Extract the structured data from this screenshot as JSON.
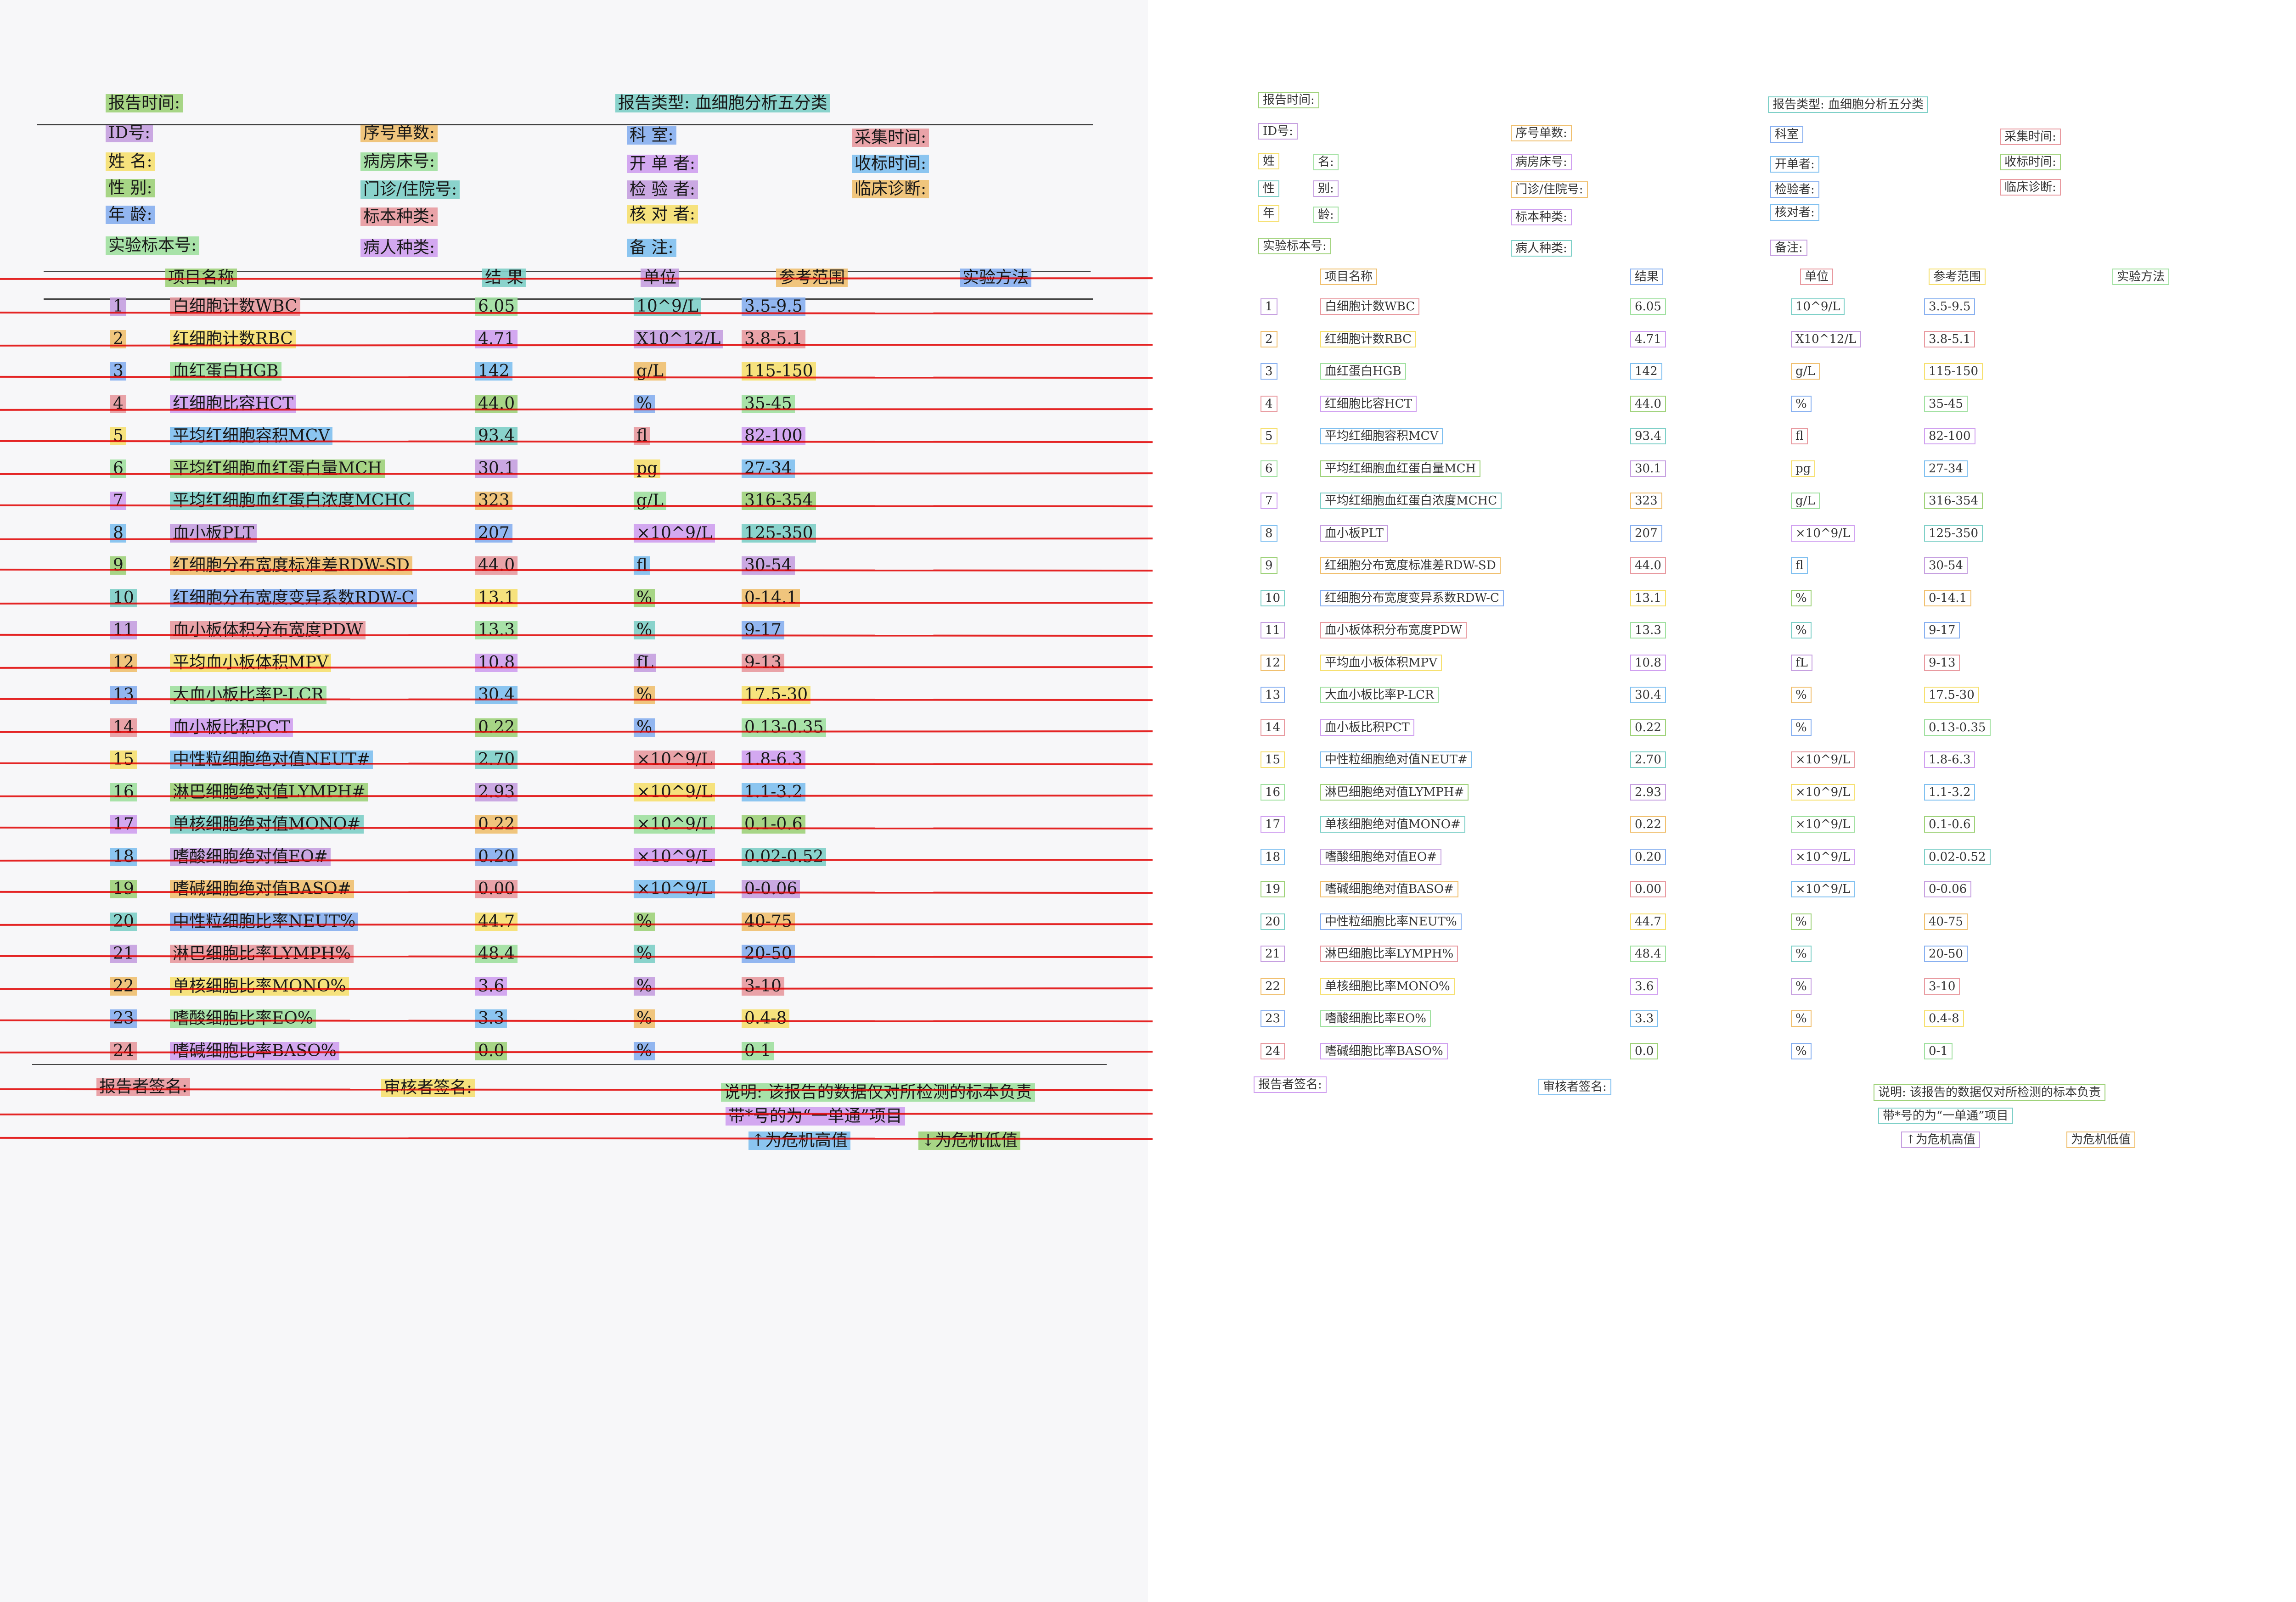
{
  "header": {
    "report_time": "报告时间:",
    "report_type": "报告类型: 血细胞分析五分类",
    "id": "ID号:",
    "serial": "序号单数:",
    "dept": "科 室:",
    "collect_time": "采集时间:",
    "name": "姓 名:",
    "bed": "病房床号:",
    "order_doc": "开 单 者:",
    "receive_time": "收标时间:",
    "sex": "性 别:",
    "clinic_no": "门诊/住院号:",
    "examiner": "检 验 者:",
    "diagnosis": "临床诊断:",
    "age": "年 龄:",
    "specimen_type": "标本种类:",
    "checker": "核 对 者:",
    "lab_no": "实验标本号:",
    "patient_type": "病人种类:",
    "remark": "备 注:"
  },
  "right_header": {
    "report_time": "报告时间:",
    "report_type": "报告类型: 血细胞分析五分类",
    "id": "ID号:",
    "serial": "序号单数:",
    "dept": "科室",
    "collect_time": "采集时间:",
    "name_a": "姓",
    "name_b": "名:",
    "bed": "病房床号:",
    "order_doc": "开单者:",
    "receive_time": "收标时间:",
    "sex_a": "性",
    "sex_b": "别:",
    "clinic_no": "门诊/住院号:",
    "examiner": "检验者:",
    "diagnosis": "临床诊断:",
    "age_a": "年",
    "age_b": "龄:",
    "specimen_type": "标本种类:",
    "checker": "核对者:",
    "lab_no": "实验标本号:",
    "patient_type": "病人种类:",
    "remark": "备注:"
  },
  "columns": {
    "item": "项目名称",
    "result": "结 果",
    "unit": "单位",
    "range": "参考范围",
    "method": "实验方法"
  },
  "right_columns": {
    "item": "项目名称",
    "result": "结果",
    "unit": "单位",
    "range": "参考范围",
    "method": "实验方法"
  },
  "rows": [
    {
      "no": "1",
      "name": "白细胞计数WBC",
      "result": "6.05",
      "unit": "10^9/L",
      "range": "3.5-9.5"
    },
    {
      "no": "2",
      "name": "红细胞计数RBC",
      "result": "4.71",
      "unit": "X10^12/L",
      "range": "3.8-5.1"
    },
    {
      "no": "3",
      "name": "血红蛋白HGB",
      "result": "142",
      "unit": "g/L",
      "range": "115-150"
    },
    {
      "no": "4",
      "name": "红细胞比容HCT",
      "result": "44.0",
      "unit": "%",
      "range": "35-45"
    },
    {
      "no": "5",
      "name": "平均红细胞容积MCV",
      "result": "93.4",
      "unit": "fl",
      "range": "82-100"
    },
    {
      "no": "6",
      "name": "平均红细胞血红蛋白量MCH",
      "result": "30.1",
      "unit": "pg",
      "range": "27-34"
    },
    {
      "no": "7",
      "name": "平均红细胞血红蛋白浓度MCHC",
      "result": "323",
      "unit": "g/L",
      "range": "316-354"
    },
    {
      "no": "8",
      "name": "血小板PLT",
      "result": "207",
      "unit": "×10^9/L",
      "range": "125-350"
    },
    {
      "no": "9",
      "name": "红细胞分布宽度标准差RDW-SD",
      "result": "44.0",
      "unit": "fl",
      "range": "30-54"
    },
    {
      "no": "10",
      "name": "红细胞分布宽度变异系数RDW-C",
      "result": "13.1",
      "unit": "%",
      "range": "0-14.1"
    },
    {
      "no": "11",
      "name": "血小板体积分布宽度PDW",
      "result": "13.3",
      "unit": "%",
      "range": "9-17"
    },
    {
      "no": "12",
      "name": "平均血小板体积MPV",
      "result": "10.8",
      "unit": "fL",
      "range": "9-13"
    },
    {
      "no": "13",
      "name": "大血小板比率P-LCR",
      "result": "30.4",
      "unit": "%",
      "range": "17.5-30"
    },
    {
      "no": "14",
      "name": "血小板比积PCT",
      "result": "0.22",
      "unit": "%",
      "range": "0.13-0.35"
    },
    {
      "no": "15",
      "name": "中性粒细胞绝对值NEUT#",
      "result": "2.70",
      "unit": "×10^9/L",
      "range": "1.8-6.3"
    },
    {
      "no": "16",
      "name": "淋巴细胞绝对值LYMPH#",
      "result": "2.93",
      "unit": "×10^9/L",
      "range": "1.1-3.2"
    },
    {
      "no": "17",
      "name": "单核细胞绝对值MONO#",
      "result": "0.22",
      "unit": "×10^9/L",
      "range": "0.1-0.6"
    },
    {
      "no": "18",
      "name": "嗜酸细胞绝对值EO#",
      "result": "0.20",
      "unit": "×10^9/L",
      "range": "0.02-0.52"
    },
    {
      "no": "19",
      "name": "嗜碱细胞绝对值BASO#",
      "result": "0.00",
      "unit": "×10^9/L",
      "range": "0-0.06"
    },
    {
      "no": "20",
      "name": "中性粒细胞比率NEUT%",
      "result": "44.7",
      "unit": "%",
      "range": "40-75"
    },
    {
      "no": "21",
      "name": "淋巴细胞比率LYMPH%",
      "result": "48.4",
      "unit": "%",
      "range": "20-50"
    },
    {
      "no": "22",
      "name": "单核细胞比率MONO%",
      "result": "3.6",
      "unit": "%",
      "range": "3-10"
    },
    {
      "no": "23",
      "name": "嗜酸细胞比率EO%",
      "result": "3.3",
      "unit": "%",
      "range": "0.4-8"
    },
    {
      "no": "24",
      "name": "嗜碱细胞比率BASO%",
      "result": "0.0",
      "unit": "%",
      "range": "0-1"
    }
  ],
  "footer": {
    "reporter": "报告者签名:",
    "reviewer": "审核者签名:",
    "note": "说明: 该报告的数据仅对所检测的标本负责",
    "single": "带*号的为“一单通”项目",
    "high": "↑为危机高值",
    "low": "↓为危机低值"
  },
  "right_footer": {
    "reporter": "报告者签名:",
    "reviewer": "审核者签名:",
    "note": "说明: 该报告的数据仅对所检测的标本负责",
    "single": "带*号的为“一单通”项目",
    "high": "↑为危机高值",
    "low": "为危机低值"
  },
  "colors": {
    "red_line": "#e00000",
    "highlight_palette": [
      "#9fd27a",
      "#7fd0c8",
      "#c6a0e0",
      "#f0c070",
      "#88b0f0",
      "#e89aa0",
      "#f6e070",
      "#a0e0a0",
      "#d0a0f0",
      "#80c0f0"
    ]
  }
}
